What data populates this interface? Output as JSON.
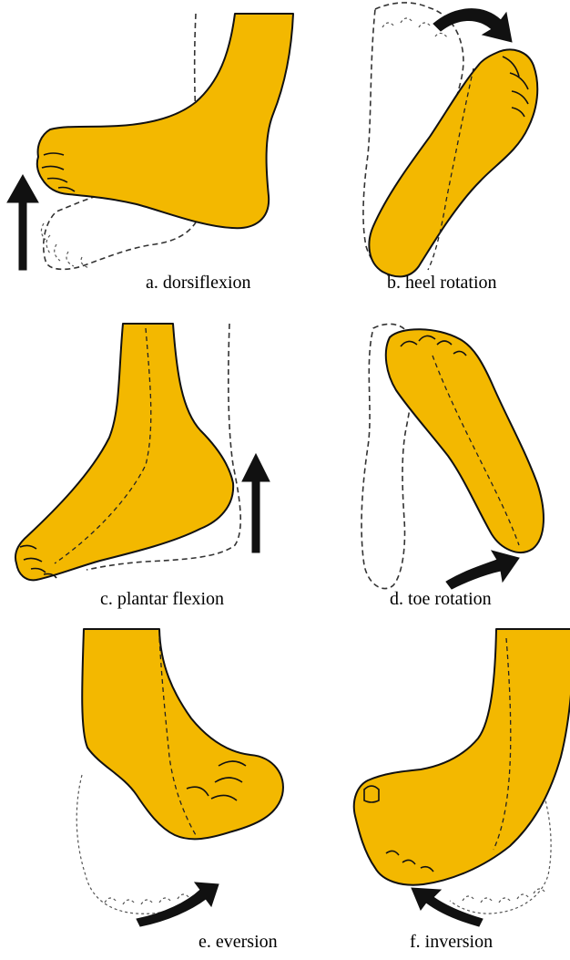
{
  "colors": {
    "foot": "#F3B800",
    "outline": "#111111",
    "background": "#FFFFFF"
  },
  "panels": [
    {
      "caption": "a. dorsiflexion"
    },
    {
      "caption": "b. heel rotation"
    },
    {
      "caption": "c. plantar flexion"
    },
    {
      "caption": "d. toe rotation"
    },
    {
      "caption": "e. eversion"
    },
    {
      "caption": "f. inversion"
    }
  ]
}
